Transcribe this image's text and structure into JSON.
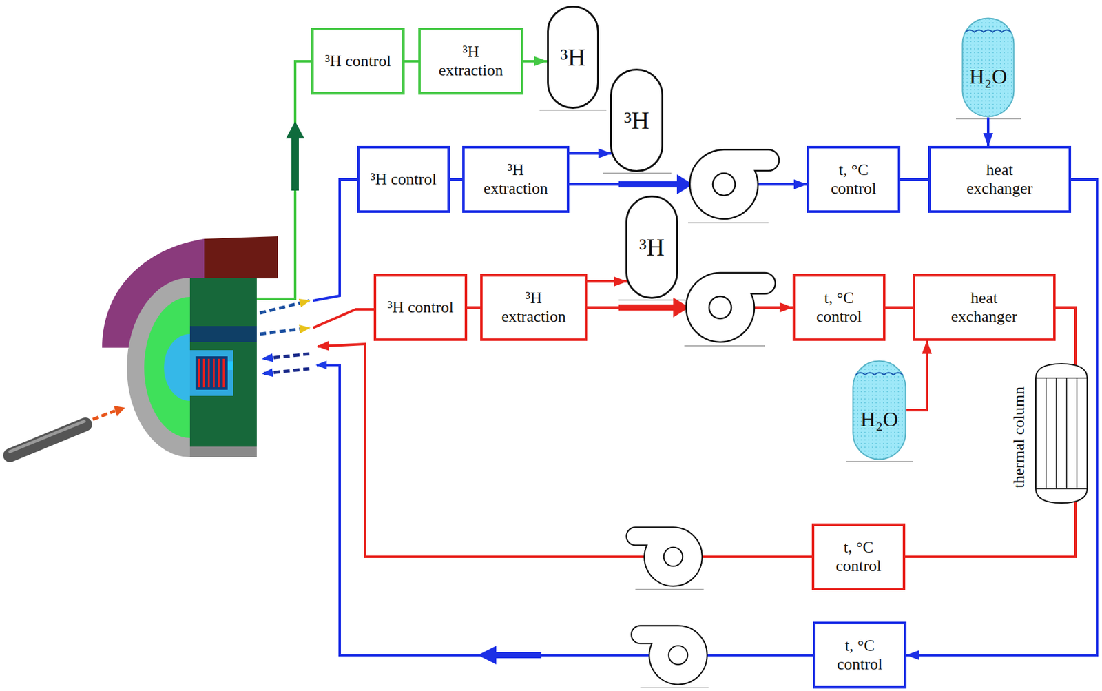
{
  "diagram": {
    "nodes": [
      {
        "text": [
          "³H control"
        ]
      },
      {
        "text": [
          "³H extraction"
        ]
      },
      {
        "text": [
          "³H"
        ]
      },
      {
        "text": [
          "³H control"
        ]
      },
      {
        "text": [
          "³H extraction"
        ]
      },
      {
        "text": [
          "³H"
        ]
      },
      {
        "text": [
          "t, °C control"
        ]
      },
      {
        "text": [
          "heat exchanger"
        ]
      },
      {
        "text": [
          "H₂O"
        ]
      },
      {
        "text": [
          "³H control"
        ]
      },
      {
        "text": [
          "³H extraction"
        ]
      },
      {
        "text": [
          "³H"
        ]
      },
      {
        "text": [
          "t, °C control"
        ]
      },
      {
        "text": [
          "heat exchanger"
        ]
      },
      {
        "text": [
          "H₂O"
        ]
      },
      {
        "text": [
          "thermal column"
        ]
      },
      {
        "text": [
          "t, °C control"
        ]
      },
      {
        "text": [
          "t, °C control"
        ]
      }
    ],
    "edges": [
      {
        "from": 0,
        "to": 1,
        "arrow": "none"
      },
      {
        "from": 1,
        "to": 2,
        "arrow": "to"
      },
      {
        "from": 3,
        "to": 4,
        "arrow": "none"
      },
      {
        "from": 4,
        "to": 5,
        "arrow": "to"
      },
      {
        "from": 4,
        "to": 6,
        "arrow": "to"
      },
      {
        "from": 6,
        "to": 7,
        "arrow": "none"
      },
      {
        "from": 8,
        "to": 7,
        "arrow": "to"
      },
      {
        "from": 7,
        "to": 17,
        "arrow": "to"
      },
      {
        "from": 9,
        "to": 10,
        "arrow": "none"
      },
      {
        "from": 10,
        "to": 11,
        "arrow": "to"
      },
      {
        "from": 10,
        "to": 12,
        "arrow": "to"
      },
      {
        "from": 12,
        "to": 13,
        "arrow": "none"
      },
      {
        "from": 14,
        "to": 13,
        "arrow": "to"
      },
      {
        "from": 13,
        "to": 15,
        "arrow": "none"
      },
      {
        "from": 15,
        "to": 16,
        "arrow": "none"
      }
    ]
  }
}
